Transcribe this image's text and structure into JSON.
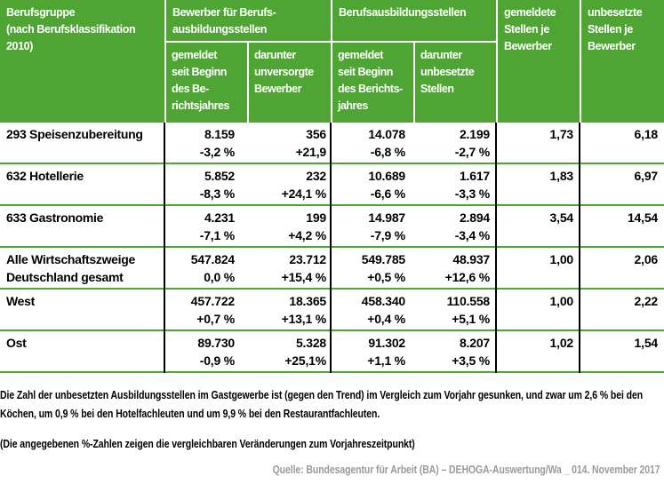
{
  "colors": {
    "accent": "#4fa533",
    "source_text": "#9b9b9b",
    "text": "#000000",
    "header_text": "#ffffff"
  },
  "header": {
    "col_berufsgruppe": "Berufsgruppe\n(nach Berufsklassifikation\n2010)",
    "group_bewerber": "Bewerber für Berufs-\nausbildungsstellen",
    "group_stellen": "Berufsausbildungsstellen",
    "sub_bewerber_gemeldet": "gemeldet\nseit Beginn\ndes Be-\nrichtsjahres",
    "sub_bewerber_unversorgt": "darunter\nunversorgte\nBewerber",
    "sub_stellen_gemeldet": "gemeldet\nseit Beginn\ndes Berichts-\njahres",
    "sub_stellen_unbesetzt": "darunter\nunbesetzte\nStellen",
    "col_gemeldete_je": "gemeldete\nStellen je\nBewerber",
    "col_unbesetzte_je": "unbesetzte\nStellen je\nBewerber"
  },
  "rows": [
    {
      "label": "293 Speisenzubereitung",
      "cells": [
        {
          "v": "8.159",
          "c": "-3,2 %"
        },
        {
          "v": "356",
          "c": "+21,9"
        },
        {
          "v": "14.078",
          "c": "-6,8 %"
        },
        {
          "v": "2.199",
          "c": "-2,7 %"
        },
        {
          "v": "1,73",
          "c": ""
        },
        {
          "v": "6,18",
          "c": ""
        }
      ]
    },
    {
      "label": "632 Hotellerie",
      "cells": [
        {
          "v": "5.852",
          "c": "-8,3 %"
        },
        {
          "v": "232",
          "c": "+24,1 %"
        },
        {
          "v": "10.689",
          "c": "-6,6 %"
        },
        {
          "v": "1.617",
          "c": "-3,3 %"
        },
        {
          "v": "1,83",
          "c": ""
        },
        {
          "v": "6,97",
          "c": ""
        }
      ]
    },
    {
      "label": "633 Gastronomie",
      "cells": [
        {
          "v": "4.231",
          "c": "-7,1 %"
        },
        {
          "v": "199",
          "c": "+4,2 %"
        },
        {
          "v": "14.987",
          "c": "-7,9 %"
        },
        {
          "v": "2.894",
          "c": "-3,4 %"
        },
        {
          "v": "3,54",
          "c": ""
        },
        {
          "v": "14,54",
          "c": ""
        }
      ]
    },
    {
      "label": "Alle Wirtschaftszweige\nDeutschland gesamt",
      "cells": [
        {
          "v": "547.824",
          "c": "0,0 %"
        },
        {
          "v": "23.712",
          "c": "+15,4 %"
        },
        {
          "v": "549.785",
          "c": "+0,5 %"
        },
        {
          "v": "48.937",
          "c": "+12,6 %"
        },
        {
          "v": "1,00",
          "c": ""
        },
        {
          "v": "2,06",
          "c": ""
        }
      ]
    },
    {
      "label": "West",
      "cells": [
        {
          "v": "457.722",
          "c": "+0,7 %"
        },
        {
          "v": "18.365",
          "c": "+13,1 %"
        },
        {
          "v": "458.340",
          "c": "+0,4 %"
        },
        {
          "v": "110.558",
          "c": "+5,1 %"
        },
        {
          "v": "1,00",
          "c": ""
        },
        {
          "v": "2,22",
          "c": ""
        }
      ]
    },
    {
      "label": "Ost",
      "cells": [
        {
          "v": "89.730",
          "c": "-0,9 %"
        },
        {
          "v": "5.328",
          "c": "+25,1%"
        },
        {
          "v": "91.302",
          "c": "+1,1 %"
        },
        {
          "v": "8.207",
          "c": "+3,5 %"
        },
        {
          "v": "1,02",
          "c": ""
        },
        {
          "v": "1,54",
          "c": ""
        }
      ]
    }
  ],
  "notes": {
    "main": "Die Zahl der unbesetzten Ausbildungsstellen im Gastgewerbe ist (gegen den Trend) im Vergleich zum Vorjahr gesunken, und zwar um 2,6 % bei den Köchen, um 0,9 % bei den Hotelfachleuten und um 9,9 % bei den Restaurantfachleuten.",
    "paren": "(Die angegebenen %-Zahlen zeigen die vergleichbaren Veränderungen zum Vorjahreszeitpunkt)"
  },
  "source": "Quelle: Bundesagentur für Arbeit (BA) – DEHOGA-Auswertung/Wa _ 014. November 2017"
}
